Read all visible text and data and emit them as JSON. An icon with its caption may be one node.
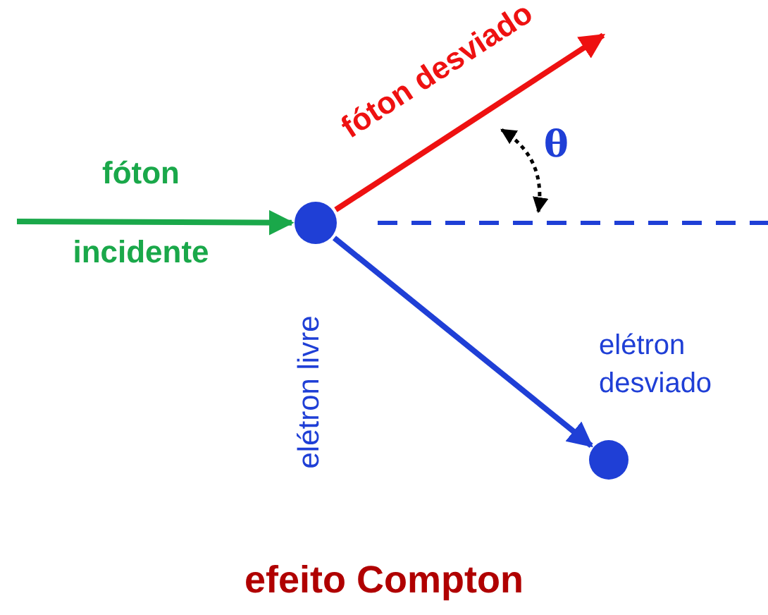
{
  "diagram": {
    "title": "efeito Compton",
    "nodes": [
      {
        "text": [],
        "shape": "circle",
        "beside": [
          "elétron livre"
        ]
      },
      {
        "text": [],
        "shape": "circle",
        "beside": [
          "elétron desviado"
        ]
      }
    ],
    "edges": [
      {
        "from": null,
        "to": 0,
        "arrow": "to",
        "label": "fóton incidente",
        "color": "#1aa84a"
      },
      {
        "from": 0,
        "to": null,
        "arrow": "to",
        "label": "fóton desviado",
        "color": "#ee1111"
      },
      {
        "from": 0,
        "to": 1,
        "arrow": "to",
        "color": "#1f3fd6"
      }
    ],
    "labels": [
      "θ"
    ]
  }
}
